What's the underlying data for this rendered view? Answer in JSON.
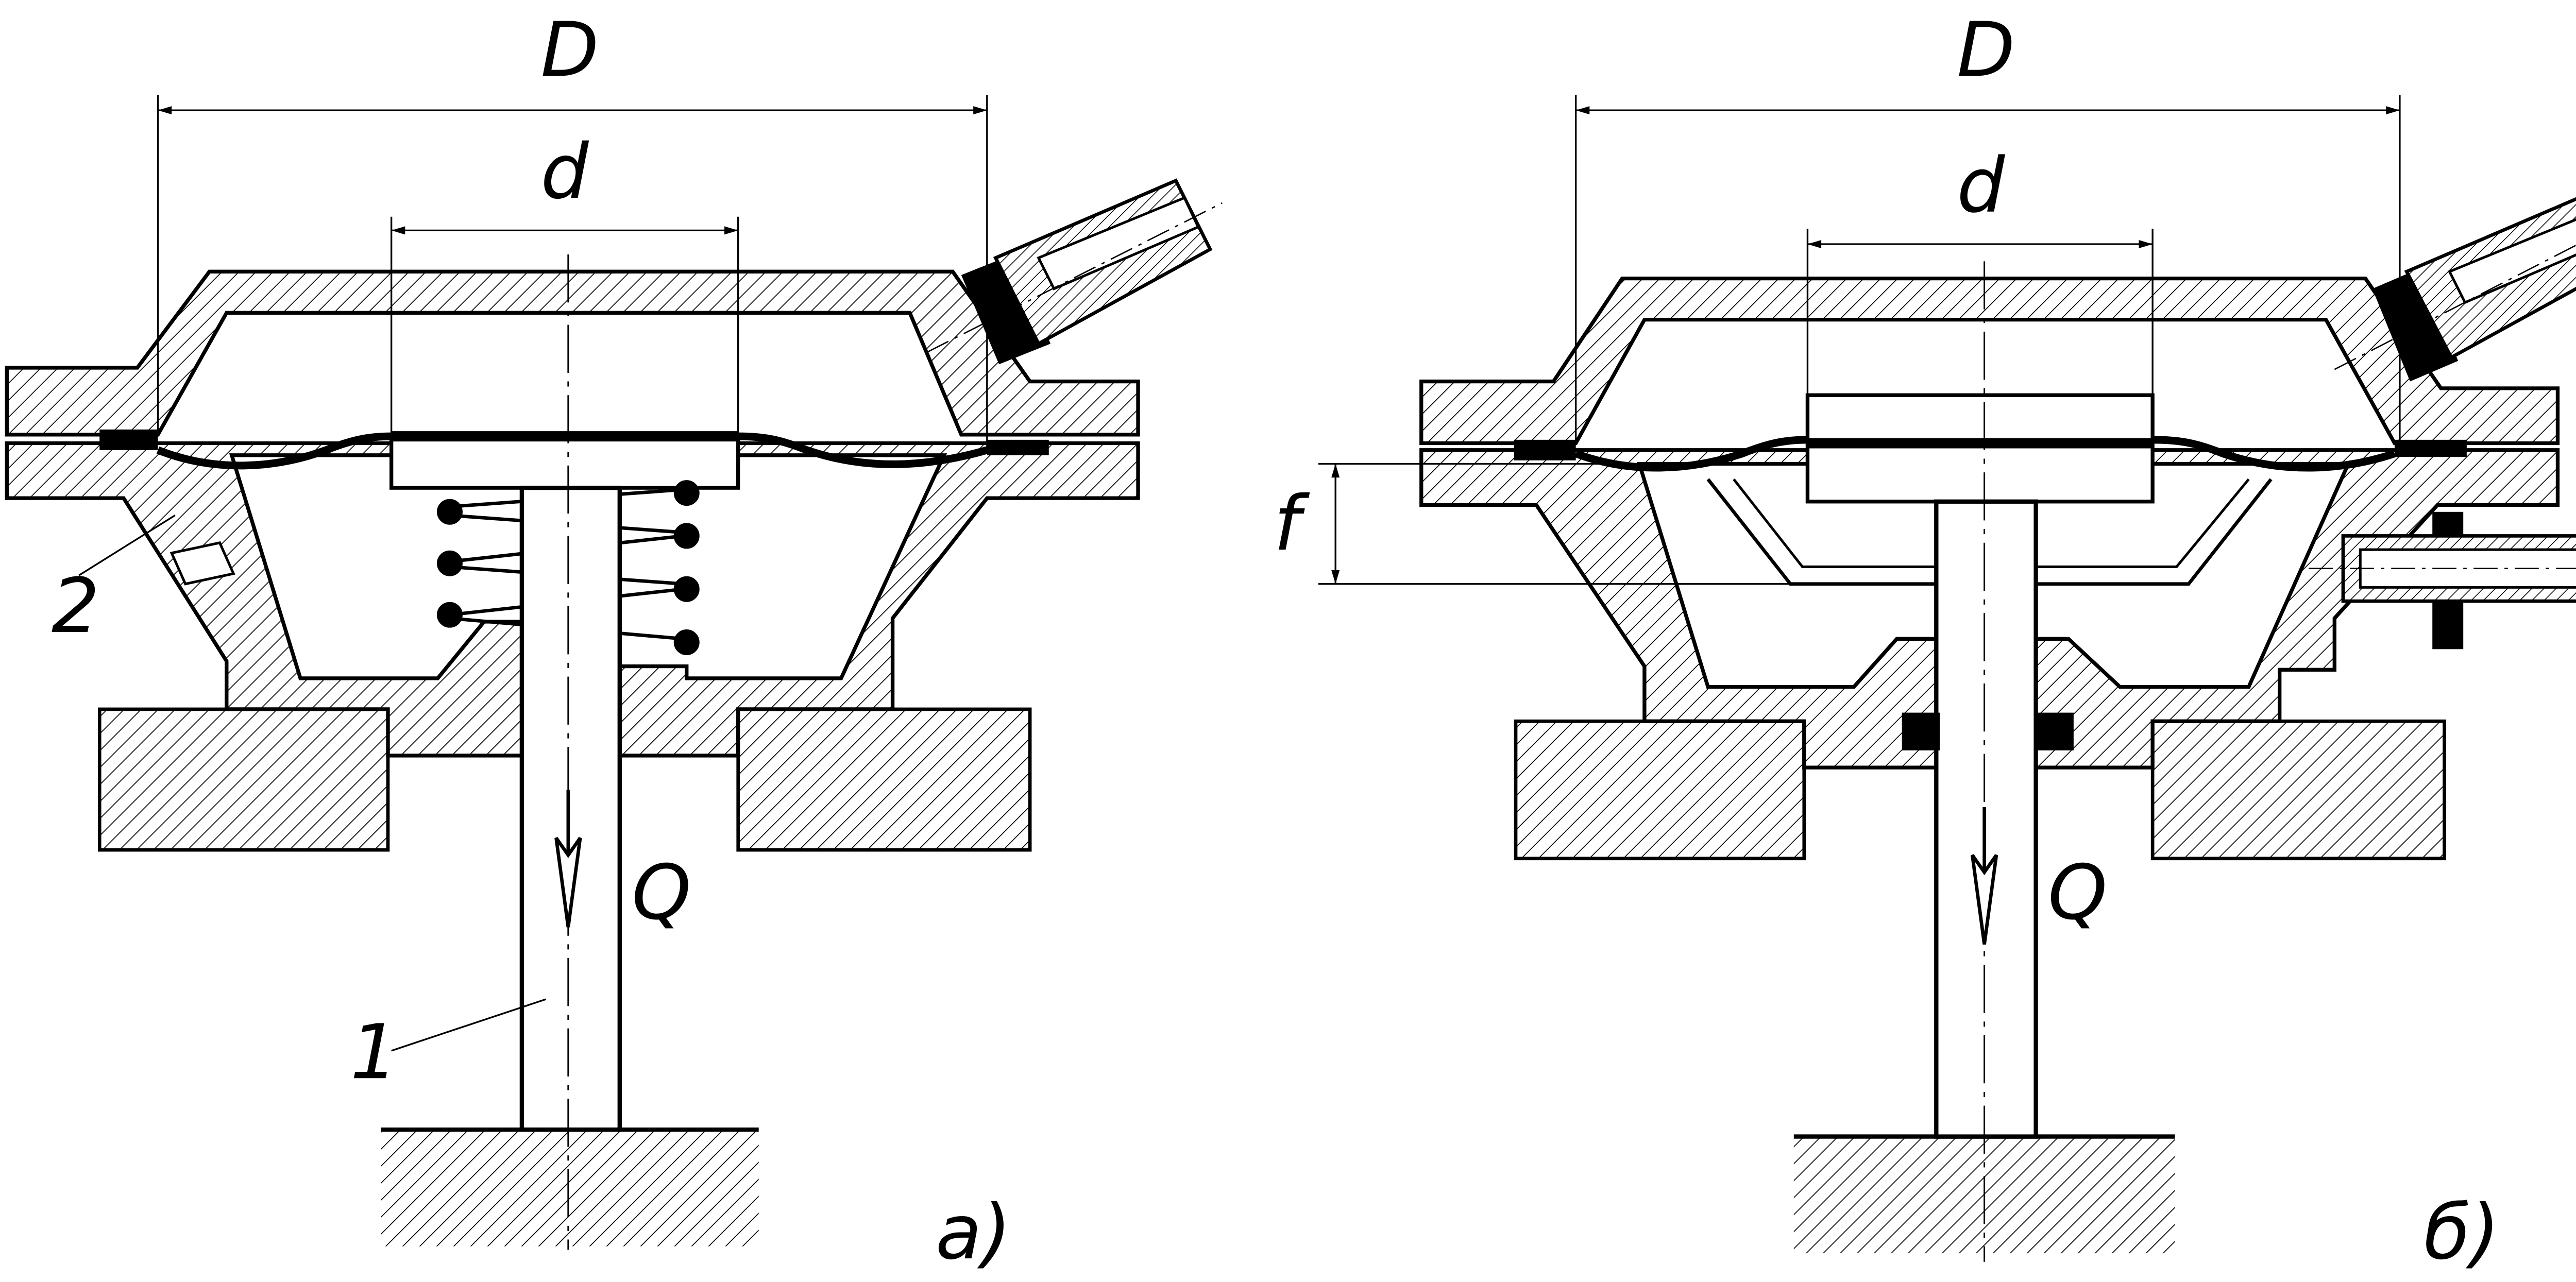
{
  "figures": [
    {
      "caption": "а)",
      "dim_D": "D",
      "dim_d": "d",
      "flow": "Q",
      "callouts": [
        "1",
        "2"
      ]
    },
    {
      "caption": "б)",
      "dim_D": "D",
      "dim_d": "d",
      "dim_f": "f",
      "flow": "Q"
    }
  ]
}
